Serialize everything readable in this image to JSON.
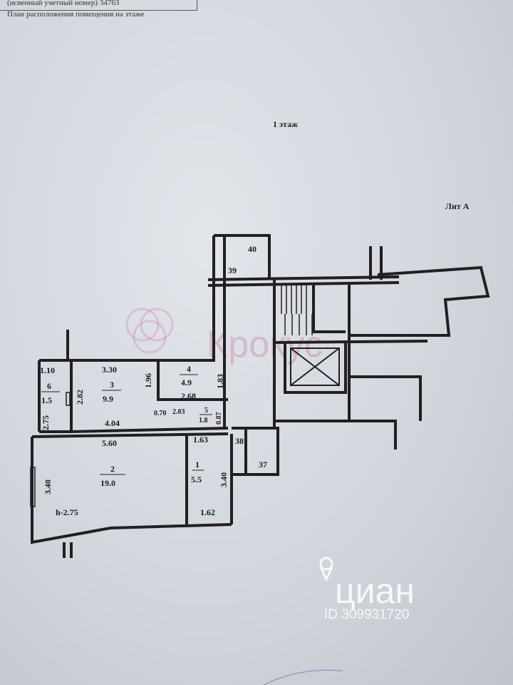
{
  "header": {
    "line1": "(исвенный учетный номер) 34763",
    "line2": "План расположения помещения на этаже"
  },
  "floor_title": "1 этаж",
  "liter": "Лит А",
  "rooms": [
    {
      "num": "1",
      "area": "5.5"
    },
    {
      "num": "2",
      "area": "19.0"
    },
    {
      "num": "3",
      "area": "9.9"
    },
    {
      "num": "4",
      "area": "4.9"
    },
    {
      "num": "5",
      "area": "1.8"
    },
    {
      "num": "6",
      "area": "1.5"
    }
  ],
  "dimensions": {
    "d110": "1.10",
    "d330": "3.30",
    "d196": "1.96",
    "d183": "1.83",
    "d282": "2.82",
    "d268": "2.68",
    "d275v": "2.75",
    "d404": "4.04",
    "d070": "0.70",
    "d203": "2.03",
    "d087": "0.87",
    "d560": "5.60",
    "d163": "1.63",
    "d340l": "3.40",
    "d340r": "3.40",
    "d162": "1.62",
    "h": "h-2.75"
  },
  "stairs_labels": {
    "n40": "40",
    "n39": "39",
    "n38": "38",
    "n37": "37"
  },
  "watermarks": {
    "krokus": "Крокус",
    "cian": "циан",
    "cian_id": "ID 309931720"
  }
}
